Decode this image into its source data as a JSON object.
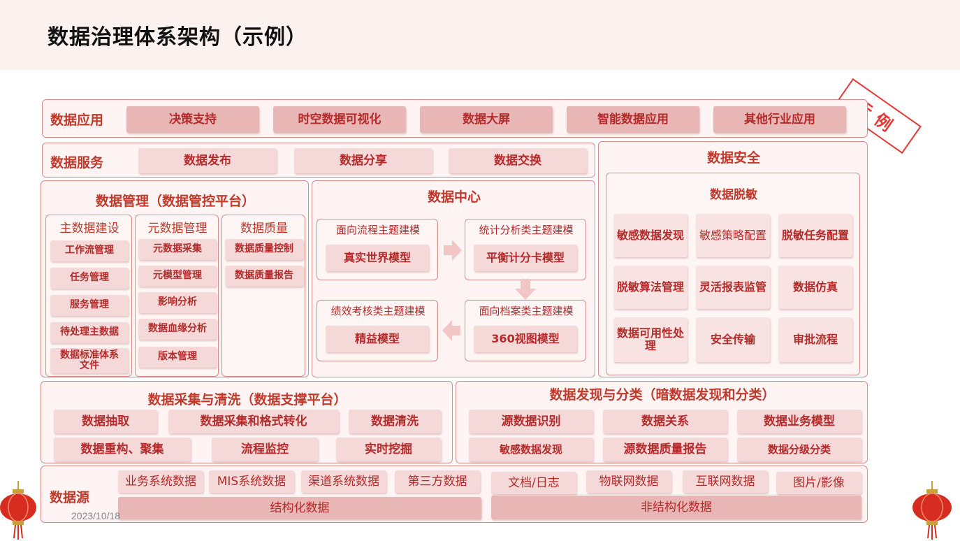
{
  "header": {
    "title": "数据治理体系架构（示例）"
  },
  "stamp": {
    "text": "示例"
  },
  "footer": {
    "date": "2023/10/18"
  },
  "application": {
    "title": "数据应用",
    "items": [
      "决策支持",
      "时空数据可视化",
      "数据大屏",
      "智能数据应用",
      "其他行业应用"
    ]
  },
  "service": {
    "title": "数据服务",
    "items": [
      "数据发布",
      "数据分享",
      "数据交换"
    ]
  },
  "security": {
    "title": "数据安全",
    "masking_title": "数据脱敏",
    "items": [
      "敏感数据发现",
      "敏感策略配置",
      "脱敏任务配置",
      "脱敏算法管理",
      "灵活报表监管",
      "数据仿真",
      "数据可用性处理",
      "安全传输",
      "审批流程"
    ]
  },
  "management": {
    "title": "数据管理（数据管控平台）",
    "master": {
      "title": "主数据建设",
      "items": [
        "工作流管理",
        "任务管理",
        "服务管理",
        "待处理主数据",
        "数据标准体系文件"
      ]
    },
    "meta": {
      "title": "元数据管理",
      "items": [
        "元数据采集",
        "元模型管理",
        "影响分析",
        "数据血缘分析",
        "版本管理"
      ]
    },
    "quality": {
      "title": "数据质量",
      "items": [
        "数据质量控制",
        "数据质量报告"
      ]
    }
  },
  "center": {
    "title": "数据中心",
    "modules": [
      {
        "label": "面向流程主题建模",
        "model": "真实世界模型"
      },
      {
        "label": "统计分析类主题建模",
        "model": "平衡计分卡模型"
      },
      {
        "label": "绩效考核类主题建模",
        "model": "精益模型"
      },
      {
        "label": "面向档案类主题建模",
        "model": "360视图模型"
      }
    ]
  },
  "collection": {
    "title": "数据采集与清洗（数据支撑平台）",
    "items": [
      "数据抽取",
      "数据采集和格式转化",
      "数据清洗",
      "数据重构、聚集",
      "流程监控",
      "实时挖掘"
    ]
  },
  "discovery": {
    "title": "数据发现与分类（暗数据发现和分类）",
    "items": [
      "源数据识别",
      "数据关系",
      "数据业务模型",
      "敏感数据发现",
      "源数据质量报告",
      "数据分级分类"
    ]
  },
  "source": {
    "title": "数据源",
    "structured": [
      "业务系统数据",
      "MIS系统数据",
      "渠道系统数据",
      "第三方数据"
    ],
    "structured_label": "结构化数据",
    "unstructured": [
      "文档/日志",
      "物联网数据",
      "互联网数据",
      "图片/影像"
    ],
    "unstructured_label": "非结构化数据"
  },
  "colors": {
    "accent": "#c0392b",
    "box": "#f5d9d8",
    "border": "#d98a8a",
    "stamp": "#e53935"
  }
}
